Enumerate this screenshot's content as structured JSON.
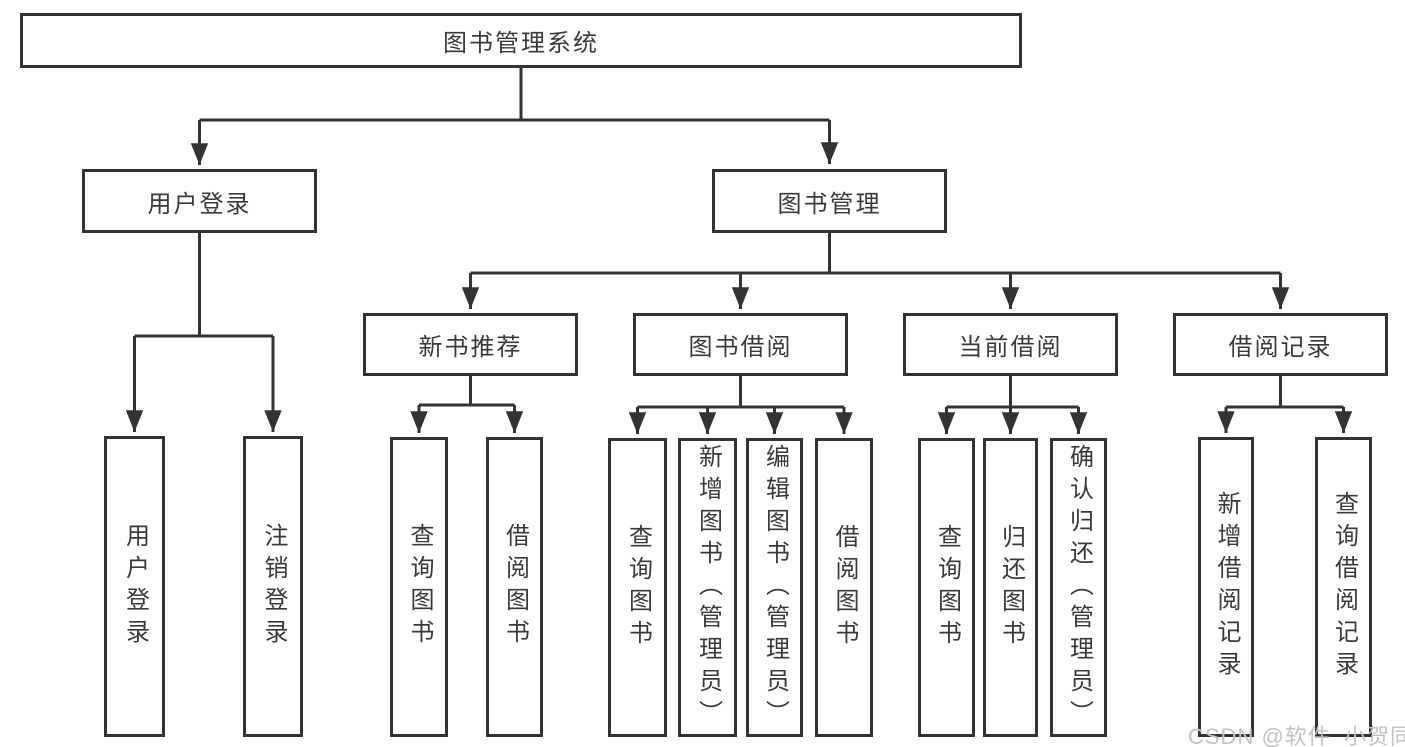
{
  "diagram": {
    "type": "hierarchy-tree",
    "title": "图书管理系统",
    "watermark": "CSDN @软件_小贺同学",
    "colors": {
      "line": "#333333",
      "border": "#333333",
      "text": "#3a3a3a",
      "background": "#ffffff",
      "watermark": "#c3c3c3"
    },
    "nodes": {
      "root": {
        "label": "图书管理系统"
      },
      "user_login": {
        "label": "用户登录"
      },
      "book_management": {
        "label": "图书管理"
      },
      "new_book_recommend": {
        "label": "新书推荐"
      },
      "book_borrowing": {
        "label": "图书借阅"
      },
      "current_borrowing": {
        "label": "当前借阅"
      },
      "borrowing_records": {
        "label": "借阅记录"
      },
      "leaf_user_login": {
        "label": "用户登录"
      },
      "leaf_logout": {
        "label": "注销登录"
      },
      "leaf_query_books_1": {
        "label": "查询图书"
      },
      "leaf_borrow_books_1": {
        "label": "借阅图书"
      },
      "leaf_query_books_2": {
        "label": "查询图书"
      },
      "leaf_add_books": {
        "label": "新增图书（管理员）"
      },
      "leaf_edit_books": {
        "label": "编辑图书（管理员）"
      },
      "leaf_borrow_books_2": {
        "label": "借阅图书"
      },
      "leaf_query_books_3": {
        "label": "查询图书"
      },
      "leaf_return_books": {
        "label": "归还图书"
      },
      "leaf_confirm_return": {
        "label": "确认归还（管理员）"
      },
      "leaf_add_borrow_record": {
        "label": "新增借阅记录"
      },
      "leaf_query_borrow_record": {
        "label": "查询借阅记录"
      }
    },
    "hierarchy": [
      {
        "parent": "图书管理系统",
        "children": [
          "用户登录",
          "图书管理"
        ]
      },
      {
        "parent": "用户登录",
        "children": [
          "用户登录",
          "注销登录"
        ]
      },
      {
        "parent": "图书管理",
        "children": [
          "新书推荐",
          "图书借阅",
          "当前借阅",
          "借阅记录"
        ]
      },
      {
        "parent": "新书推荐",
        "children": [
          "查询图书",
          "借阅图书"
        ]
      },
      {
        "parent": "图书借阅",
        "children": [
          "查询图书",
          "新增图书（管理员）",
          "编辑图书（管理员）",
          "借阅图书"
        ]
      },
      {
        "parent": "当前借阅",
        "children": [
          "查询图书",
          "归还图书",
          "确认归还（管理员）"
        ]
      },
      {
        "parent": "借阅记录",
        "children": [
          "新增借阅记录",
          "查询借阅记录"
        ]
      }
    ]
  }
}
